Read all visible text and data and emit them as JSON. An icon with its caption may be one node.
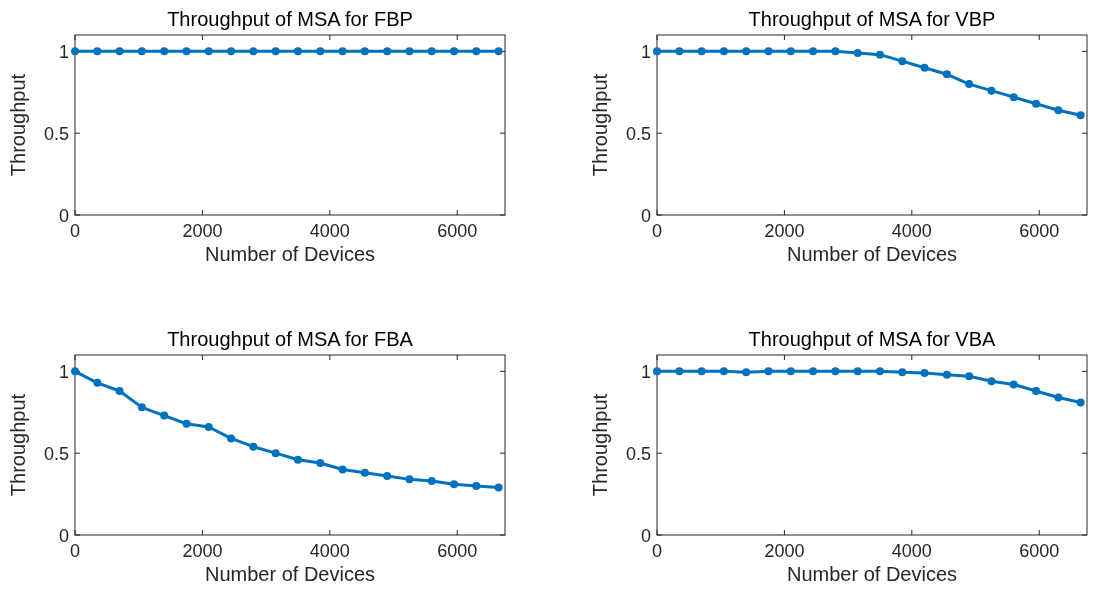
{
  "diagram": {
    "chart_data": [
      {
        "type": "line",
        "title": "Throughput of MSA for FBP",
        "xlabel": "Number of Devices",
        "ylabel": "Throughput",
        "x": [
          0,
          350,
          700,
          1050,
          1400,
          1750,
          2100,
          2450,
          2800,
          3150,
          3500,
          3850,
          4200,
          4550,
          4900,
          5250,
          5600,
          5950,
          6300,
          6650
        ],
        "series": [
          {
            "color": "#0072bd",
            "marker": "circle",
            "values": [
              1,
              1,
              1,
              1,
              1,
              1,
              1,
              1,
              1,
              1,
              1,
              1,
              1,
              1,
              1,
              1,
              1,
              1,
              1,
              1
            ]
          }
        ],
        "xlim": [
          0,
          6750
        ],
        "ylim": [
          0,
          1.1
        ],
        "xticks": [
          0,
          2000,
          4000,
          6000
        ],
        "yticks": [
          0,
          0.5,
          1
        ]
      },
      {
        "type": "line",
        "title": "Throughput of MSA for VBP",
        "xlabel": "Number of Devices",
        "ylabel": "Throughput",
        "x": [
          0,
          350,
          700,
          1050,
          1400,
          1750,
          2100,
          2450,
          2800,
          3150,
          3500,
          3850,
          4200,
          4550,
          4900,
          5250,
          5600,
          5950,
          6300,
          6650
        ],
        "series": [
          {
            "color": "#0072bd",
            "marker": "circle",
            "values": [
              1,
              1,
              1,
              1,
              1,
              1,
              1,
              1,
              1,
              0.99,
              0.98,
              0.94,
              0.9,
              0.86,
              0.8,
              0.76,
              0.72,
              0.68,
              0.64,
              0.61
            ]
          }
        ],
        "xlim": [
          0,
          6750
        ],
        "ylim": [
          0,
          1.1
        ],
        "xticks": [
          0,
          2000,
          4000,
          6000
        ],
        "yticks": [
          0,
          0.5,
          1
        ]
      },
      {
        "type": "line",
        "title": "Throughput of MSA for FBA",
        "xlabel": "Number of Devices",
        "ylabel": "Throughput",
        "x": [
          0,
          350,
          700,
          1050,
          1400,
          1750,
          2100,
          2450,
          2800,
          3150,
          3500,
          3850,
          4200,
          4550,
          4900,
          5250,
          5600,
          5950,
          6300,
          6650
        ],
        "series": [
          {
            "color": "#0072bd",
            "marker": "circle",
            "values": [
              1,
              0.93,
              0.88,
              0.78,
              0.73,
              0.68,
              0.66,
              0.59,
              0.54,
              0.5,
              0.46,
              0.44,
              0.4,
              0.38,
              0.36,
              0.34,
              0.33,
              0.31,
              0.3,
              0.29
            ]
          }
        ],
        "xlim": [
          0,
          6750
        ],
        "ylim": [
          0,
          1.1
        ],
        "xticks": [
          0,
          2000,
          4000,
          6000
        ],
        "yticks": [
          0,
          0.5,
          1
        ]
      },
      {
        "type": "line",
        "title": "Throughput of MSA for VBA",
        "xlabel": "Number of Devices",
        "ylabel": "Throughput",
        "x": [
          0,
          350,
          700,
          1050,
          1400,
          1750,
          2100,
          2450,
          2800,
          3150,
          3500,
          3850,
          4200,
          4550,
          4900,
          5250,
          5600,
          5950,
          6300,
          6650
        ],
        "series": [
          {
            "color": "#0072bd",
            "marker": "circle",
            "values": [
              1,
              1,
              1,
              1,
              0.995,
              1,
              1,
              1,
              1,
              1,
              1,
              0.995,
              0.99,
              0.98,
              0.97,
              0.94,
              0.92,
              0.88,
              0.84,
              0.81
            ]
          }
        ],
        "xlim": [
          0,
          6750
        ],
        "ylim": [
          0,
          1.1
        ],
        "xticks": [
          0,
          2000,
          4000,
          6000
        ],
        "yticks": [
          0,
          0.5,
          1
        ]
      }
    ]
  }
}
